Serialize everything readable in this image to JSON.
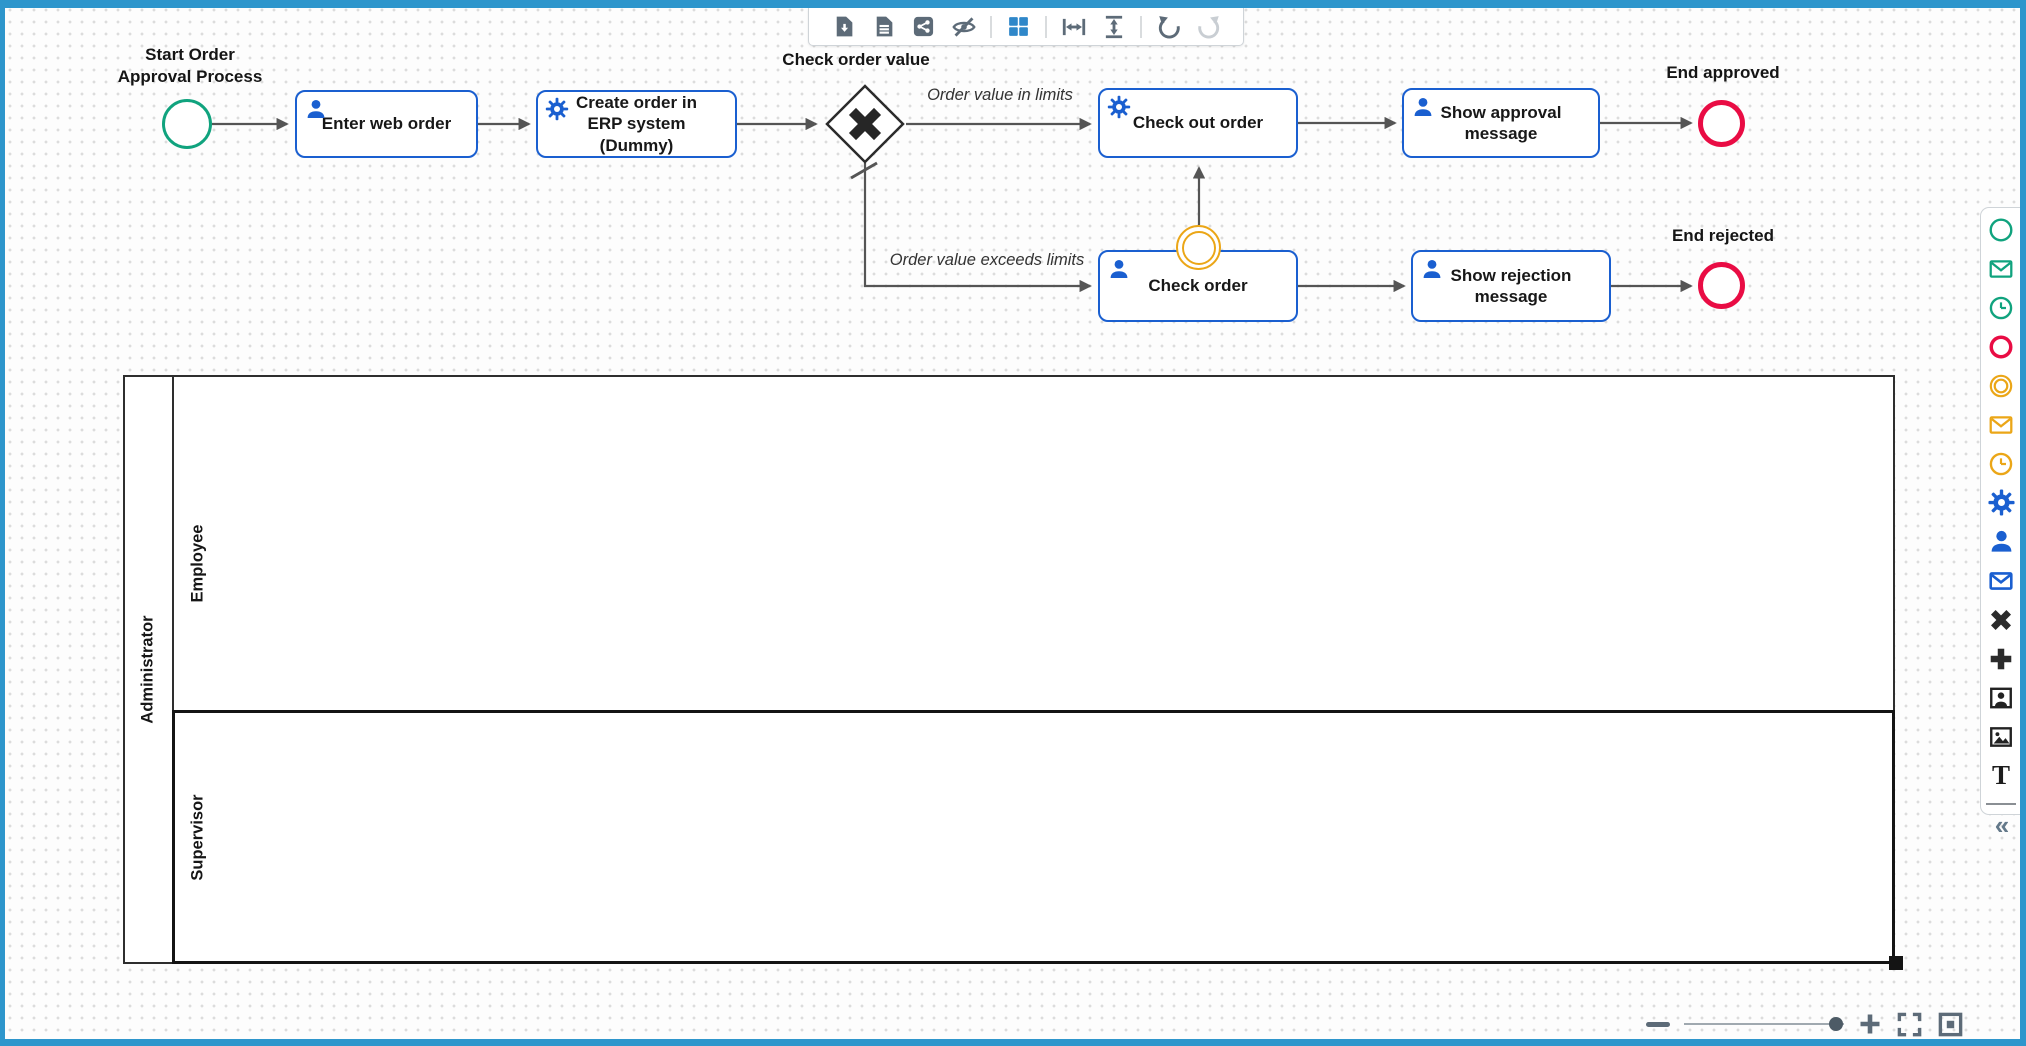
{
  "app": {
    "type": "bpmn-modeler-canvas",
    "colors": {
      "frame": "#2e96cc",
      "task_border": "#1a5fd0",
      "start_event": "#10a37e",
      "end_event": "#e90c44",
      "boundary_event": "#eba617",
      "flow_line": "#555555",
      "toolbar_icon": "#5d6b78",
      "toolbar_icon_disabled": "#c9ced3",
      "grid_active": "#2f87c9"
    }
  },
  "toolbar": {
    "items": [
      {
        "name": "download-file",
        "state": "enabled"
      },
      {
        "name": "export-document",
        "state": "enabled"
      },
      {
        "name": "share",
        "state": "enabled"
      },
      {
        "name": "hide-overlays",
        "state": "enabled"
      },
      {
        "name": "toggle-grid",
        "state": "active"
      },
      {
        "name": "fit-width",
        "state": "enabled"
      },
      {
        "name": "fit-height",
        "state": "enabled"
      },
      {
        "name": "undo",
        "state": "enabled"
      },
      {
        "name": "redo",
        "state": "disabled"
      }
    ]
  },
  "diagram": {
    "start_label": "Start Order Approval Process",
    "gateway_label": "Check order value",
    "flow_in_limits": "Order value in limits",
    "flow_exceeds": "Order value exceeds limits",
    "end_approved_label": "End approved",
    "end_rejected_label": "End rejected",
    "tasks": [
      {
        "label": "Enter web order",
        "icon": "user"
      },
      {
        "label": "Create order in ERP system (Dummy)",
        "icon": "gear"
      },
      {
        "label": "Check out order",
        "icon": "gear"
      },
      {
        "label": "Show approval message",
        "icon": "user"
      },
      {
        "label": "Check order",
        "icon": "user"
      },
      {
        "label": "Show rejection message",
        "icon": "user"
      }
    ],
    "pool": {
      "name": "Administrator",
      "lanes": [
        "Employee",
        "Supervisor"
      ]
    }
  },
  "palette": {
    "items": [
      "start-event",
      "message-start-event",
      "timer-start-event",
      "end-event",
      "intermediate-event",
      "message-intermediate-event",
      "timer-intermediate-event",
      "service-task",
      "user-task",
      "send-task",
      "exclusive-gateway",
      "parallel-gateway",
      "participant",
      "image-annotation",
      "text-annotation"
    ],
    "text_tool_glyph": "T",
    "collapse_glyph": "«"
  },
  "zoombar": {
    "items": [
      "zoom-out",
      "zoom-slider",
      "zoom-in",
      "fullscreen",
      "fit-viewport"
    ],
    "slider_position": "right-end"
  }
}
